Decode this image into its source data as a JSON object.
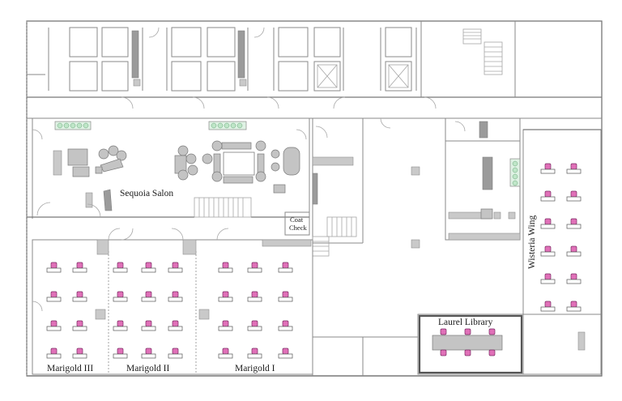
{
  "title": "",
  "rooms": {
    "sequoia_salon": "Sequoia Salon",
    "coat_check_line1": "Coat",
    "coat_check_line2": "Check",
    "marigold_3": "Marigold III",
    "marigold_2": "Marigold II",
    "marigold_1": "Marigold I",
    "laurel_library": "Laurel Library",
    "wisteria_wing": "Wisteria Wing"
  },
  "layout": {
    "classroom_rows_per_room": 4,
    "classroom_desks_per_row": [
      2,
      3,
      3
    ],
    "wisteria_rows": 6,
    "wisteria_desks_per_row": 2,
    "library_chairs_per_side": 3
  },
  "colors": {
    "chair": "#e070b8",
    "chair_stroke": "#7a2a62",
    "wall": "#8a8a8a",
    "fixture_green": "#bfe6c8"
  }
}
